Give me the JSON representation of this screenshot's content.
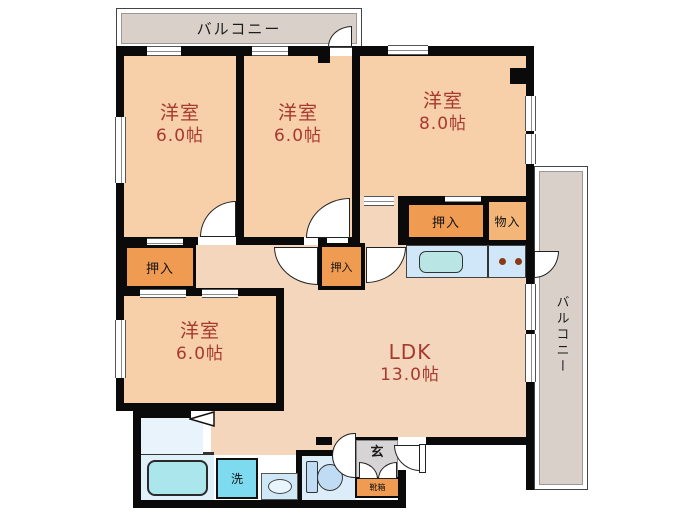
{
  "balconies": {
    "top": "バルコニー",
    "right": "バルコニー"
  },
  "rooms": {
    "bedroom1": {
      "name": "洋室",
      "size": "6.0帖"
    },
    "bedroom2": {
      "name": "洋室",
      "size": "6.0帖"
    },
    "bedroom3": {
      "name": "洋室",
      "size": "8.0帖"
    },
    "bedroom4": {
      "name": "洋室",
      "size": "6.0帖"
    },
    "ldk": {
      "name": "LDK",
      "size": "13.0帖"
    }
  },
  "storage": {
    "oshiire_top": "押入",
    "oshiire_left": "押入",
    "oshiire_center": "押入",
    "monoiri": "物入",
    "kutsubako": "靴箱"
  },
  "entrance": {
    "genkan": "玄"
  },
  "utility": {
    "laundry": "洗"
  },
  "colors": {
    "wall": "#0a0a0a",
    "room_floor": "#f7cfa8",
    "ldk_floor": "#f3d6bc",
    "closet": "#f09b52",
    "closet_light": "#f3b678",
    "balcony": "#d9d1c9",
    "counter": "#cfe7f8",
    "tub": "#abe6ec",
    "laundry_pan": "#7edbef",
    "label_red": "#a63a2e"
  }
}
